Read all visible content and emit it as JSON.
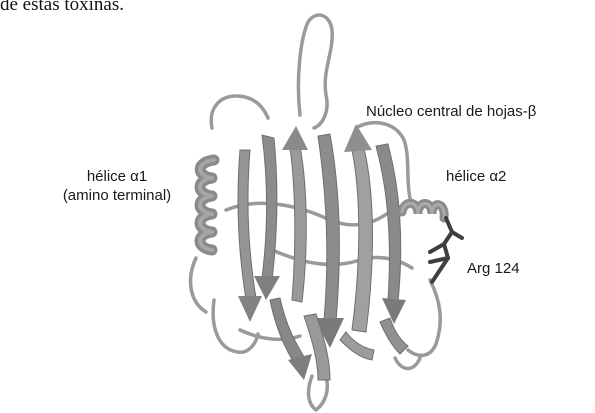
{
  "caption": "de estas toxinas.",
  "labels": {
    "core": "Núcleo central de hojas-β",
    "helix2": "hélice α2",
    "helix1_line1": "hélice α1",
    "helix1_line2": "(amino terminal)",
    "arg": "Arg 124"
  },
  "colors": {
    "ribbon": "#8c8c8c",
    "ribbon_dark": "#6f6f6f",
    "ribbon_light": "#a9a9a9",
    "residue": "#3f3f3f",
    "text": "#1a1a1a"
  }
}
